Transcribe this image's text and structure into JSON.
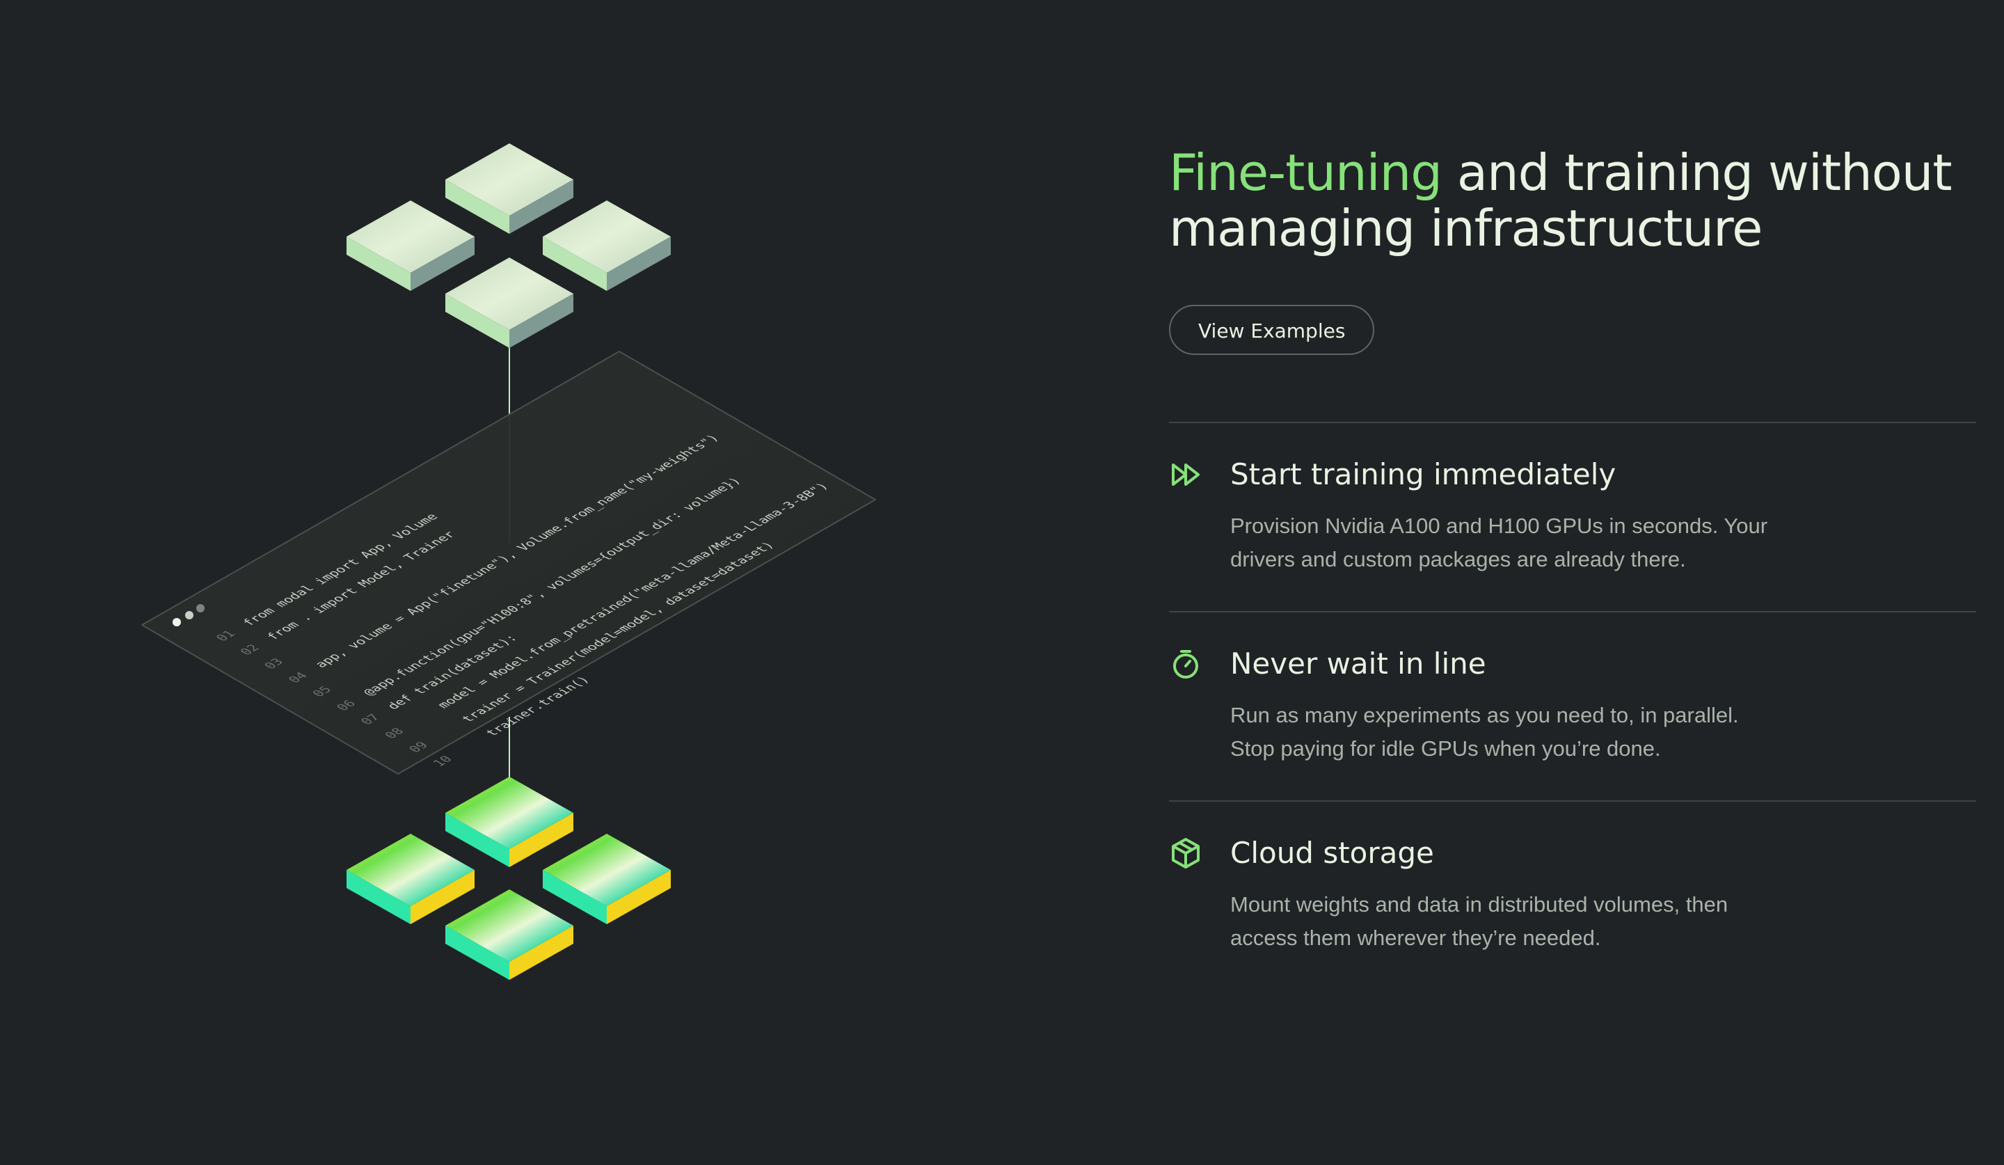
{
  "hero": {
    "headline_accent": "Fine-tuning",
    "headline_rest": " and training without managing infrastructure",
    "cta_label": "View Examples"
  },
  "features": [
    {
      "icon": "fast-forward-icon",
      "title": "Start training immediately",
      "body": "Provision Nvidia A100 and H100 GPUs in seconds. Your drivers and custom packages are already there."
    },
    {
      "icon": "stopwatch-icon",
      "title": "Never wait in line",
      "body": "Run as many experiments as you need to, in parallel. Stop paying for idle GPUs when you’re done."
    },
    {
      "icon": "package-icon",
      "title": "Cloud storage",
      "body": "Mount weights and data in distributed volumes, then access them wherever they’re needed."
    }
  ],
  "code": {
    "lines": [
      {
        "num": "01",
        "text": "from modal import App, Volume"
      },
      {
        "num": "02",
        "text": "from . import Model, Trainer"
      },
      {
        "num": "03",
        "text": ""
      },
      {
        "num": "04",
        "text": "app, volume = App(\"finetune\"), Volume.from_name(\"my-weights\")"
      },
      {
        "num": "05",
        "text": ""
      },
      {
        "num": "06",
        "text": "@app.function(gpu=\"H100:8\", volumes={output_dir: volume})"
      },
      {
        "num": "07",
        "text": "def train(dataset):"
      },
      {
        "num": "08",
        "text": "    model = Model.from_pretrained(\"meta-llama/Meta-Llama-3-8B\")"
      },
      {
        "num": "09",
        "text": "    trainer = Trainer(model=model, dataset=dataset)"
      },
      {
        "num": "10",
        "text": "    trainer.train()"
      }
    ]
  },
  "colors": {
    "background": "#202325",
    "accent": "#86e17a",
    "text": "#e9f3e3",
    "muted": "#a9b3ab",
    "divider": "#3e4441"
  }
}
